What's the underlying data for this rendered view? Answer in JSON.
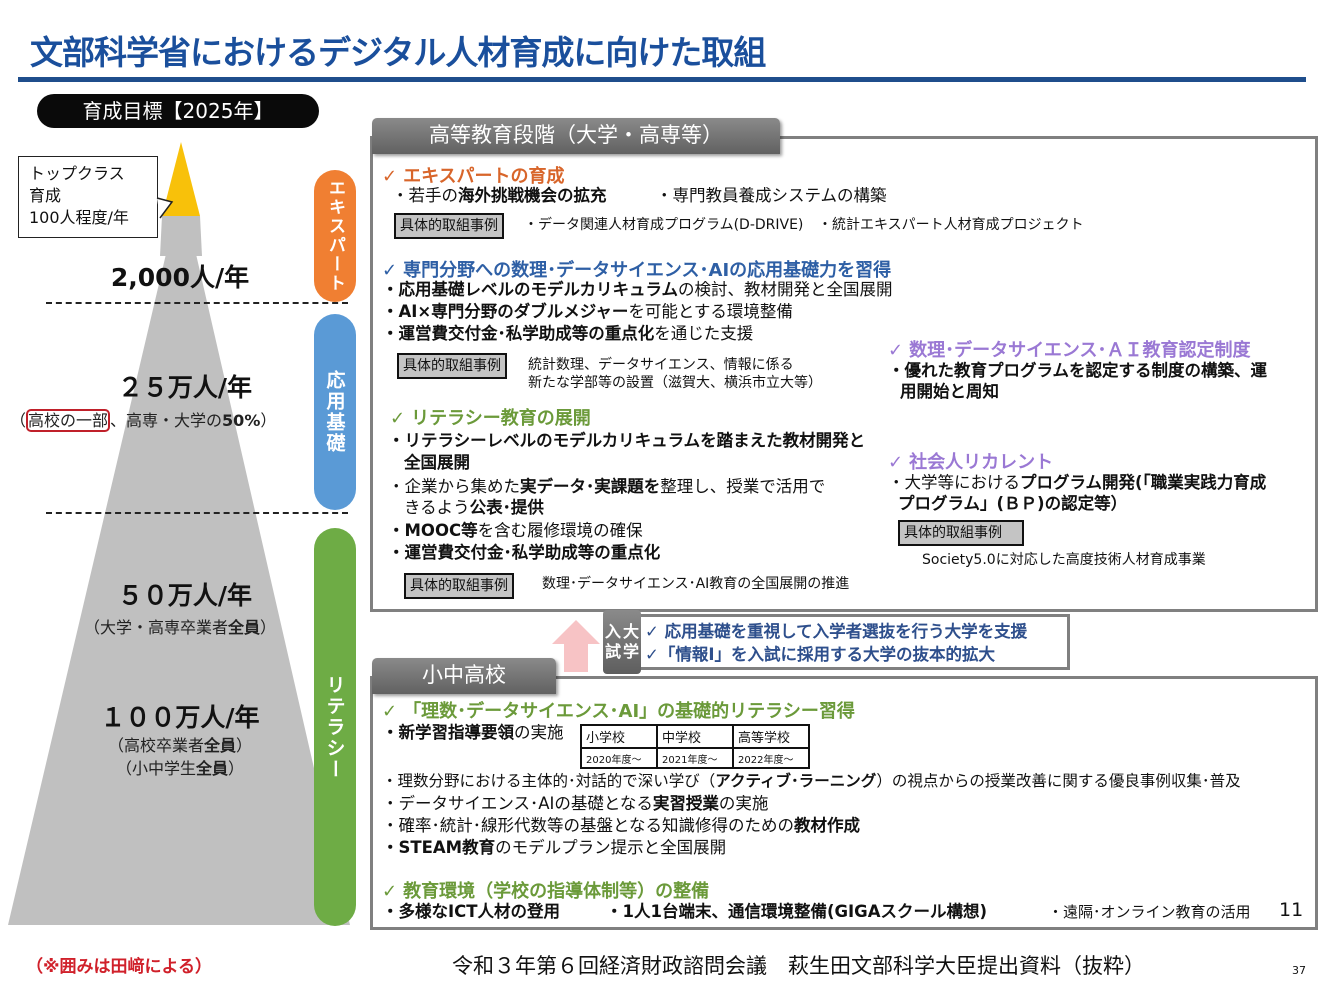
{
  "title": "文部科学省におけるデジタル人材育成に向けた取組",
  "goal_label": "育成目標【2025年】",
  "pyramid": {
    "callout": {
      "line1": "トップクラス",
      "line2": "育成",
      "line3": "100人程度/年"
    },
    "levels": [
      {
        "number": "2,000人/年"
      },
      {
        "number": "２５万人/年",
        "sub_boxed": "高校の一部",
        "sub_open": "（",
        "sub_rest": "、高専・大学の",
        "sub_bold": "50%",
        "sub_close": "）"
      },
      {
        "number": "５０万人/年",
        "sub_pre": "（大学・高専卒業者",
        "sub_bold": "全員",
        "sub_post": "）"
      },
      {
        "number": "１００万人/年",
        "sub1_pre": "（高校卒業者",
        "sub1_bold": "全員",
        "sub1_post": "）",
        "sub2_pre": "（小中学生",
        "sub2_bold": "全員",
        "sub2_post": "）"
      }
    ],
    "colors": {
      "top": "#f8c10a",
      "body": "#c0c0c0"
    }
  },
  "categories": {
    "expert": "エキスパート",
    "applied": "応用基礎",
    "literacy": "リテラシー"
  },
  "higher_ed": {
    "tab": "高等教育段階（大学・高専等）",
    "expert": {
      "heading": "エキスパートの育成",
      "item1_pre": "・若手の",
      "item1_bold": "海外挑戦機会の拡充",
      "item2": "・専門教員養成システムの構築",
      "example_label": "具体的取組事例",
      "example1": "・データ関連人材育成プログラム(D-DRIVE)",
      "example2": "・統計エキスパート人材育成プロジェクト"
    },
    "applied": {
      "heading": "専門分野への数理･データサイエンス･AIの応用基礎力を習得",
      "l1_bold": "・応用基礎レベルのモデルカリキュラム",
      "l1_rest": "の検討、教材開発と全国展開",
      "l2_bold": "・AI×専門分野のダブルメジャー",
      "l2_rest": "を可能とする環境整備",
      "l3_bold": "・運営費交付金･私学助成等の重点化",
      "l3_rest": "を通じた支援",
      "example_label": "具体的取組事例",
      "example_line1": "統計数理、データサイエンス、情報に係る",
      "example_line2": "新たな学部等の設置（滋賀大、横浜市立大等）"
    },
    "literacy": {
      "heading": "リテラシー教育の展開",
      "l1": "・リテラシーレベルのモデルカリキュラムを踏まえた教材開発と",
      "l1b": "全国展開",
      "l2_pre": "・企業から集めた",
      "l2_bold": "実データ･実課題を",
      "l2_rest": "整理し、授業で活用で",
      "l2b_pre": "きるよう",
      "l2b_bold": "公表･提供",
      "l3_bold": "・MOOC等",
      "l3_rest": "を含む履修環境の確保",
      "l4": "・運営費交付金･私学助成等の重点化",
      "example_label": "具体的取組事例",
      "example": "数理･データサイエンス･AI教育の全国展開の推進"
    },
    "certification": {
      "heading": "数理･データサイエンス･ＡＩ教育認定制度",
      "l1": "・優れた教育プログラムを認定する制度の構築、運",
      "l1b": "用開始と周知"
    },
    "recurrent": {
      "heading": "社会人リカレント",
      "l1_pre": "・大学等における",
      "l1_bold": "プログラム開発(「職業実践力育成",
      "l1b": "プログラム」(ＢＰ)の認定等）",
      "example_label": "具体的取組事例",
      "example": "Society5.0に対応した高度技術人材育成事業"
    }
  },
  "entrance_exam": {
    "tag_col1": [
      "入",
      "試"
    ],
    "tag_col2": [
      "大",
      "学"
    ],
    "line1": "✓ 応用基礎を重視して入学者選抜を行う大学を支援",
    "line2": "✓「情報Ⅰ」を入試に採用する大学の抜本的拡大"
  },
  "k12": {
    "tab": "小中高校",
    "literacy": {
      "heading": "「理数･データサイエンス･AI」の基礎的リテラシー習得",
      "l1_bold": "・新学習指導要領",
      "l1_rest": "の実施",
      "table": {
        "headers": [
          "小学校",
          "中学校",
          "高等学校"
        ],
        "values": [
          "2020年度～",
          "2021年度～",
          "2022年度～"
        ]
      },
      "l2_pre": "・理数分野における主体的･対話的で深い学び（",
      "l2_bold": "アクティブ･ラーニング",
      "l2_rest": "）の視点からの授業改善に関する優良事例収集･普及",
      "l3_pre": "・データサイエンス･AIの基礎となる",
      "l3_bold": "実習授業",
      "l3_rest": "の実施",
      "l4_pre": "・確率･統計･線形代数等の基盤となる知識修得のための",
      "l4_bold": "教材作成",
      "l5_bold": "・STEAM教育",
      "l5_rest": "のモデルプラン提示と全国展開"
    },
    "environment": {
      "heading": "教育環境（学校の指導体制等）の整備",
      "i1": "・多様なICT人材の登用",
      "i2": "・1人1台端末、通信環境整備(GIGAスクール構想)",
      "i3": "・遠隔･オンライン教育の活用"
    }
  },
  "check_mark": "✓",
  "page_inner": "11",
  "footnote": "（※囲みは田﨑による）",
  "source": "令和３年第６回経済財政諮問会議　萩生田文部科学大臣提出資料（抜粋）",
  "page_number": "37"
}
